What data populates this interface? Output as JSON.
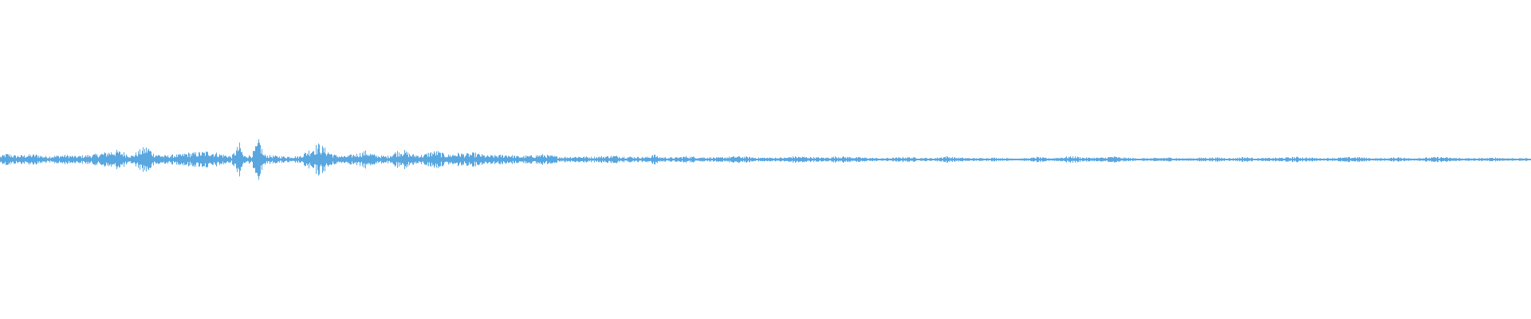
{
  "waveform": {
    "color": "#5aa7e0",
    "background": "#ffffff",
    "baseline_position": 0.5,
    "envelope": [
      [
        0,
        0.05
      ],
      [
        8,
        0.09
      ],
      [
        20,
        0.06
      ],
      [
        32,
        0.07
      ],
      [
        45,
        0.08
      ],
      [
        55,
        0.05
      ],
      [
        70,
        0.06
      ],
      [
        82,
        0.07
      ],
      [
        95,
        0.05
      ],
      [
        110,
        0.07
      ],
      [
        125,
        0.09
      ],
      [
        135,
        0.12
      ],
      [
        145,
        0.14
      ],
      [
        155,
        0.11
      ],
      [
        165,
        0.06
      ],
      [
        178,
        0.17
      ],
      [
        185,
        0.2
      ],
      [
        192,
        0.1
      ],
      [
        205,
        0.06
      ],
      [
        215,
        0.07
      ],
      [
        228,
        0.08
      ],
      [
        232,
        0.1
      ],
      [
        250,
        0.11
      ],
      [
        262,
        0.13
      ],
      [
        275,
        0.09
      ],
      [
        290,
        0.05
      ],
      [
        300,
        0.24
      ],
      [
        305,
        0.06
      ],
      [
        315,
        0.07
      ],
      [
        325,
        0.31
      ],
      [
        330,
        0.08
      ],
      [
        340,
        0.06
      ],
      [
        355,
        0.05
      ],
      [
        375,
        0.05
      ],
      [
        393,
        0.2
      ],
      [
        400,
        0.24
      ],
      [
        410,
        0.14
      ],
      [
        420,
        0.07
      ],
      [
        432,
        0.05
      ],
      [
        450,
        0.1
      ],
      [
        458,
        0.13
      ],
      [
        470,
        0.07
      ],
      [
        485,
        0.05
      ],
      [
        497,
        0.13
      ],
      [
        505,
        0.15
      ],
      [
        515,
        0.08
      ],
      [
        530,
        0.07
      ],
      [
        540,
        0.12
      ],
      [
        548,
        0.13
      ],
      [
        560,
        0.07
      ],
      [
        575,
        0.1
      ],
      [
        585,
        0.09
      ],
      [
        595,
        0.1
      ],
      [
        610,
        0.06
      ],
      [
        628,
        0.07
      ],
      [
        635,
        0.08
      ],
      [
        650,
        0.05
      ],
      [
        665,
        0.06
      ],
      [
        680,
        0.08
      ],
      [
        690,
        0.06
      ],
      [
        705,
        0.04
      ],
      [
        725,
        0.05
      ],
      [
        740,
        0.04
      ],
      [
        770,
        0.06
      ],
      [
        780,
        0.05
      ],
      [
        800,
        0.04
      ],
      [
        815,
        0.04
      ],
      [
        818,
        0.1
      ],
      [
        825,
        0.04
      ],
      [
        845,
        0.03
      ],
      [
        860,
        0.05
      ],
      [
        875,
        0.04
      ],
      [
        900,
        0.03
      ],
      [
        925,
        0.05
      ],
      [
        950,
        0.03
      ],
      [
        985,
        0.03
      ],
      [
        995,
        0.05
      ],
      [
        1010,
        0.04
      ],
      [
        1035,
        0.03
      ],
      [
        1050,
        0.05
      ],
      [
        1065,
        0.04
      ],
      [
        1085,
        0.03
      ],
      [
        1105,
        0.02
      ],
      [
        1125,
        0.03
      ],
      [
        1135,
        0.04
      ],
      [
        1150,
        0.03
      ],
      [
        1170,
        0.02
      ],
      [
        1185,
        0.05
      ],
      [
        1200,
        0.03
      ],
      [
        1225,
        0.02
      ],
      [
        1245,
        0.03
      ],
      [
        1260,
        0.02
      ],
      [
        1290,
        0.02
      ],
      [
        1300,
        0.04
      ],
      [
        1315,
        0.02
      ],
      [
        1335,
        0.04
      ],
      [
        1345,
        0.05
      ],
      [
        1360,
        0.03
      ],
      [
        1385,
        0.03
      ],
      [
        1395,
        0.05
      ],
      [
        1405,
        0.03
      ],
      [
        1425,
        0.02
      ],
      [
        1440,
        0.02
      ],
      [
        1470,
        0.03
      ],
      [
        1480,
        0.02
      ],
      [
        1490,
        0.02
      ],
      [
        1510,
        0.03
      ],
      [
        1530,
        0.03
      ],
      [
        1545,
        0.02
      ],
      [
        1560,
        0.04
      ],
      [
        1575,
        0.02
      ],
      [
        1610,
        0.03
      ],
      [
        1625,
        0.04
      ],
      [
        1640,
        0.03
      ],
      [
        1660,
        0.02
      ],
      [
        1680,
        0.03
      ],
      [
        1700,
        0.04
      ],
      [
        1720,
        0.02
      ],
      [
        1740,
        0.02
      ],
      [
        1755,
        0.04
      ],
      [
        1765,
        0.02
      ],
      [
        1790,
        0.03
      ],
      [
        1805,
        0.04
      ],
      [
        1815,
        0.03
      ],
      [
        1835,
        0.02
      ],
      [
        1860,
        0.02
      ],
      [
        1875,
        0.03
      ],
      [
        1895,
        0.02
      ],
      [
        1920,
        0.02
      ]
    ]
  }
}
